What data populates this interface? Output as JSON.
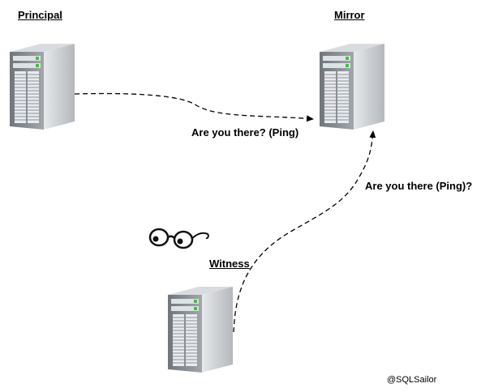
{
  "nodes": {
    "principal": {
      "label": "Principal"
    },
    "mirror": {
      "label": "Mirror"
    },
    "witness": {
      "label": "Witness"
    }
  },
  "edges": [
    {
      "from": "principal",
      "to": "mirror",
      "label": "Are you there? (Ping)"
    },
    {
      "from": "witness",
      "to": "mirror",
      "label": "Are you there (Ping)?"
    }
  ],
  "credit": "@SQLSailor",
  "icons": {
    "server": "server-tower-icon",
    "witness_symbol": "eyeglasses-icon"
  },
  "colors": {
    "arrow": "#000000",
    "server_front": "#7b8187",
    "server_side": "#c9ccd0",
    "led": "#3cc43c"
  }
}
